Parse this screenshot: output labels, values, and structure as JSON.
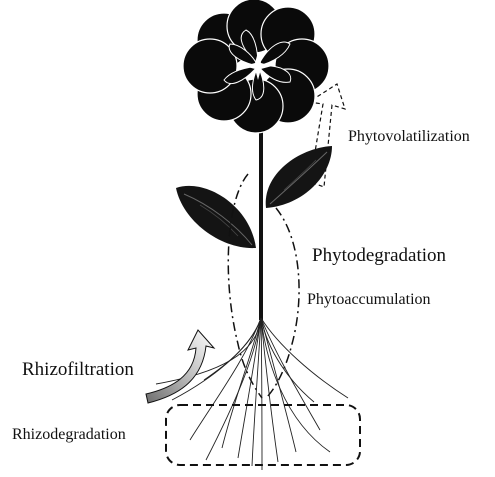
{
  "labels": {
    "phytovolatilization": "Phytovolatilization",
    "phytodegradation": "Phytodegradation",
    "phytoaccumulation": "Phytoaccumulation",
    "rhizofiltration": "Rhizofiltration",
    "rhizodegradation": "Rhizodegradation"
  },
  "colors": {
    "ink": "#111111",
    "flower": "#0a0a0a",
    "leaf": "#141414",
    "filtration_arrow": "#8c8c8c",
    "background": "#ffffff"
  }
}
